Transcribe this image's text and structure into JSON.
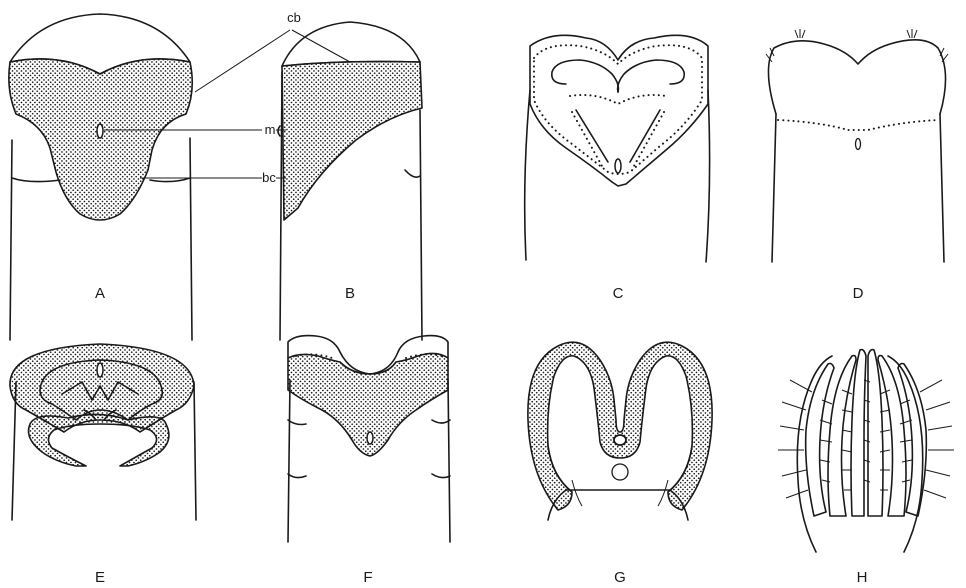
{
  "panels": [
    {
      "id": "A",
      "label": "A"
    },
    {
      "id": "B",
      "label": "B"
    },
    {
      "id": "C",
      "label": "C"
    },
    {
      "id": "D",
      "label": "D"
    },
    {
      "id": "E",
      "label": "E"
    },
    {
      "id": "F",
      "label": "F"
    },
    {
      "id": "G",
      "label": "G"
    },
    {
      "id": "H",
      "label": "H"
    }
  ],
  "annotations": {
    "cb": "cb",
    "m": "m",
    "bc": "bc"
  }
}
